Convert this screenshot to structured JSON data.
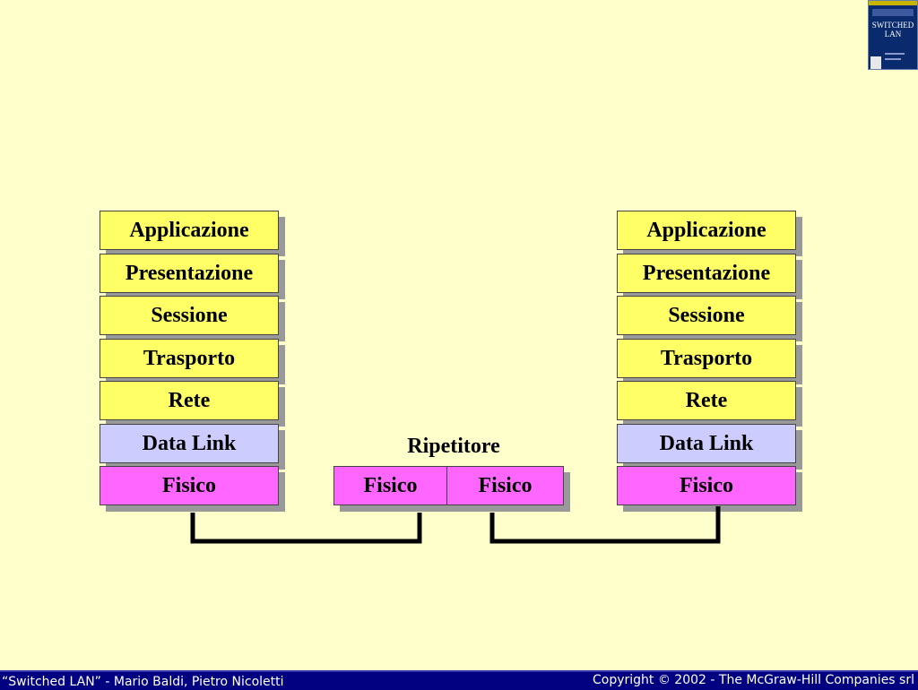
{
  "left_stack": {
    "layers": [
      "Applicazione",
      "Presentazione",
      "Sessione",
      "Trasporto",
      "Rete",
      "Data Link",
      "Fisico"
    ]
  },
  "right_stack": {
    "layers": [
      "Applicazione",
      "Presentazione",
      "Sessione",
      "Trasporto",
      "Rete",
      "Data Link",
      "Fisico"
    ]
  },
  "repeater": {
    "label": "Ripetitore",
    "ports": [
      "Fisico",
      "Fisico"
    ]
  },
  "book_cover": {
    "title_line1": "SWITCHED",
    "title_line2": "LAN"
  },
  "footer": {
    "left_text": "“Switched LAN” - Mario Baldi, Pietro Nicoletti",
    "right_text": "Copyright © 2002 - The McGraw-Hill Companies srl"
  },
  "colors": {
    "background": "#FFFFCC",
    "upper_layers": "#FFFF66",
    "data_link": "#CCCCFF",
    "physical": "#FF66FF",
    "footer_bar": "#000080"
  }
}
